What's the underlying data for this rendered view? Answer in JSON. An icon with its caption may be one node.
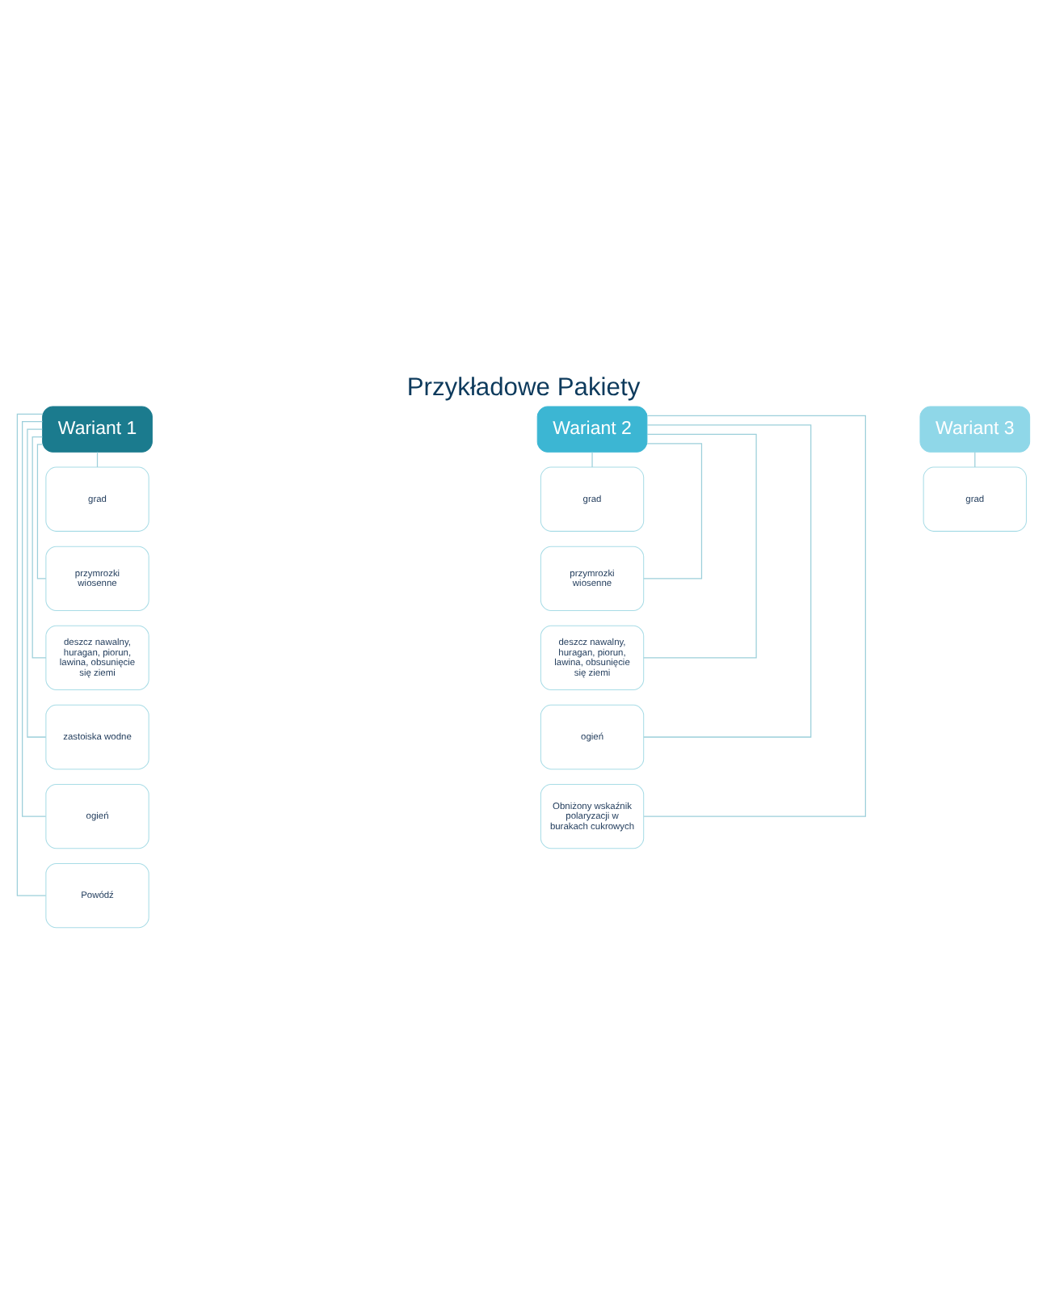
{
  "diagram": {
    "title": "Przykładowe Pakiety",
    "nodes": [
      {
        "text": [
          "Wariant 1"
        ]
      },
      {
        "text": [
          "grad"
        ]
      },
      {
        "text": [
          "przymrozki wiosenne"
        ]
      },
      {
        "text": [
          "deszcz nawalny, huragan, piorun, lawina, obsunięcie się ziemi"
        ]
      },
      {
        "text": [
          "zastoiska wodne"
        ]
      },
      {
        "text": [
          "ogień"
        ]
      },
      {
        "text": [
          "Powódź"
        ]
      },
      {
        "text": [
          "Wariant 2"
        ]
      },
      {
        "text": [
          "grad"
        ]
      },
      {
        "text": [
          "przymrozki wiosenne"
        ]
      },
      {
        "text": [
          "deszcz nawalny, huragan, piorun, lawina, obsunięcie się ziemi"
        ]
      },
      {
        "text": [
          "ogień"
        ]
      },
      {
        "text": [
          "Obniżony wskaźnik polaryzacji w burakach cukrowych"
        ]
      },
      {
        "text": [
          "Wariant 3"
        ]
      },
      {
        "text": [
          "grad"
        ]
      }
    ],
    "edges": [
      {
        "from": 0,
        "to": 1,
        "arrow": "none"
      },
      {
        "from": 0,
        "to": 2,
        "arrow": "none"
      },
      {
        "from": 0,
        "to": 3,
        "arrow": "none"
      },
      {
        "from": 0,
        "to": 4,
        "arrow": "none"
      },
      {
        "from": 0,
        "to": 5,
        "arrow": "none"
      },
      {
        "from": 0,
        "to": 6,
        "arrow": "none"
      },
      {
        "from": 7,
        "to": 8,
        "arrow": "none"
      },
      {
        "from": 7,
        "to": 9,
        "arrow": "none"
      },
      {
        "from": 7,
        "to": 10,
        "arrow": "none"
      },
      {
        "from": 7,
        "to": 11,
        "arrow": "none"
      },
      {
        "from": 7,
        "to": 12,
        "arrow": "none"
      },
      {
        "from": 13,
        "to": 14,
        "arrow": "none"
      }
    ]
  }
}
